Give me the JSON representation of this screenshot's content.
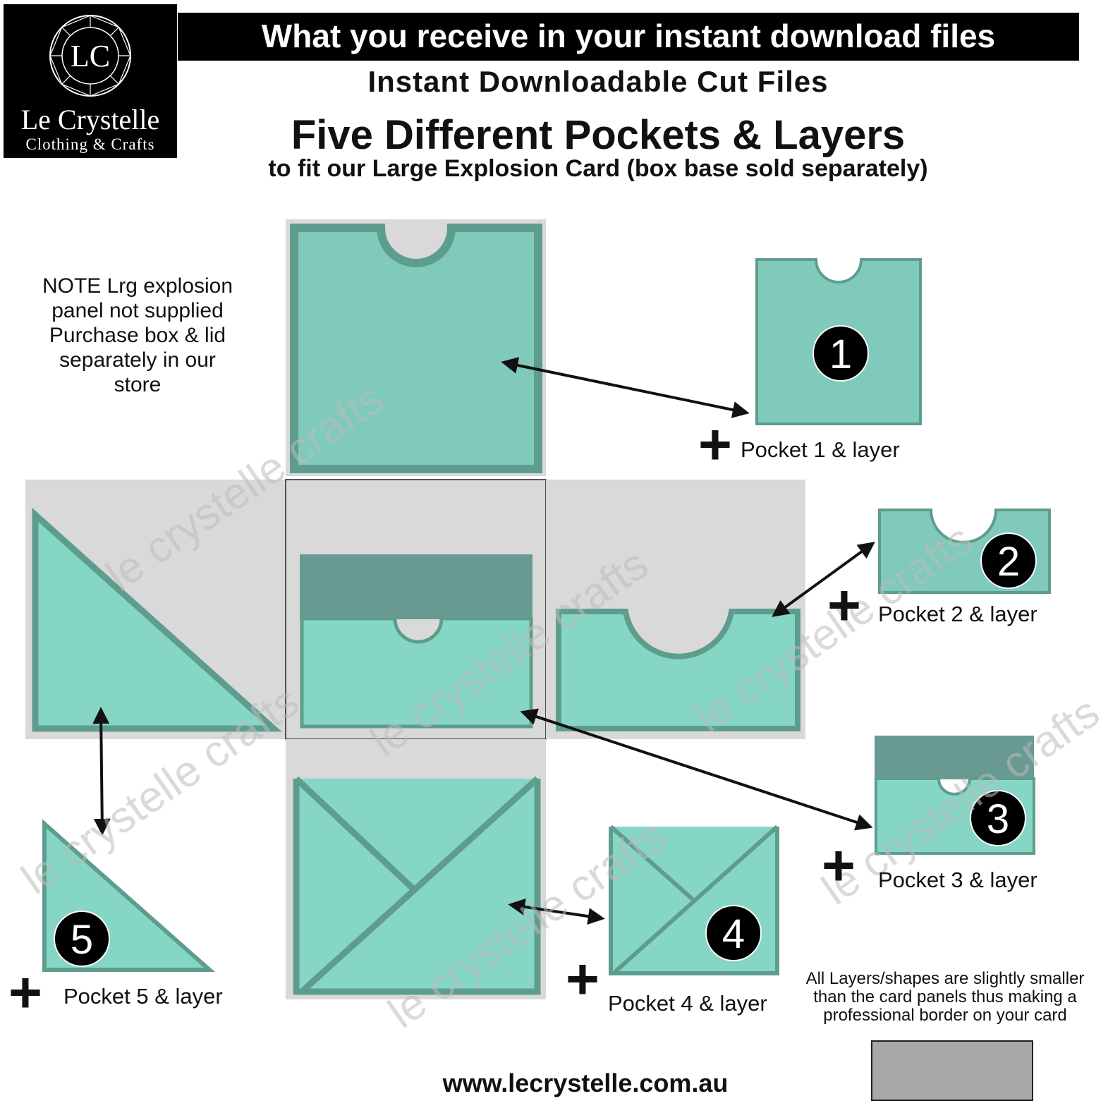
{
  "brand": {
    "monogram": "LC",
    "name": "Le Crystelle",
    "tagline": "Clothing & Crafts"
  },
  "header": {
    "banner": "What you receive in your instant download files",
    "subtitle": "Instant Downloadable Cut Files",
    "title": "Five Different Pockets & Layers",
    "subtitle2": "to fit our Large Explosion Card (box base sold separately)"
  },
  "note": {
    "lines": [
      "NOTE Lrg explosion",
      "panel not supplied",
      "Purchase box & lid",
      "separately in our",
      "store"
    ]
  },
  "pockets": [
    {
      "number": "1",
      "label": "Pocket 1 & layer"
    },
    {
      "number": "2",
      "label": "Pocket 2 & layer"
    },
    {
      "number": "3",
      "label": "Pocket 3 & layer"
    },
    {
      "number": "4",
      "label": "Pocket 4 & layer"
    },
    {
      "number": "5",
      "label": "Pocket 5 & layer"
    }
  ],
  "plus_symbol": "+",
  "watermark": "le crystelle crafts",
  "layers_note": {
    "lines": [
      "All Layers/shapes are slightly smaller",
      "than the card panels thus making a",
      "professional border on your card"
    ]
  },
  "website": "www.lecrystelle.com.au",
  "colors": {
    "banner_bg": "#000000",
    "panel_grey": "#d9d9d9",
    "pocket_fill": "#7fcabb",
    "pocket_fill_light": "#86d6c5",
    "pocket_border": "#5e9d8e",
    "pocket_dark": "#699a92",
    "swatch_grey": "#a8a8a8"
  }
}
